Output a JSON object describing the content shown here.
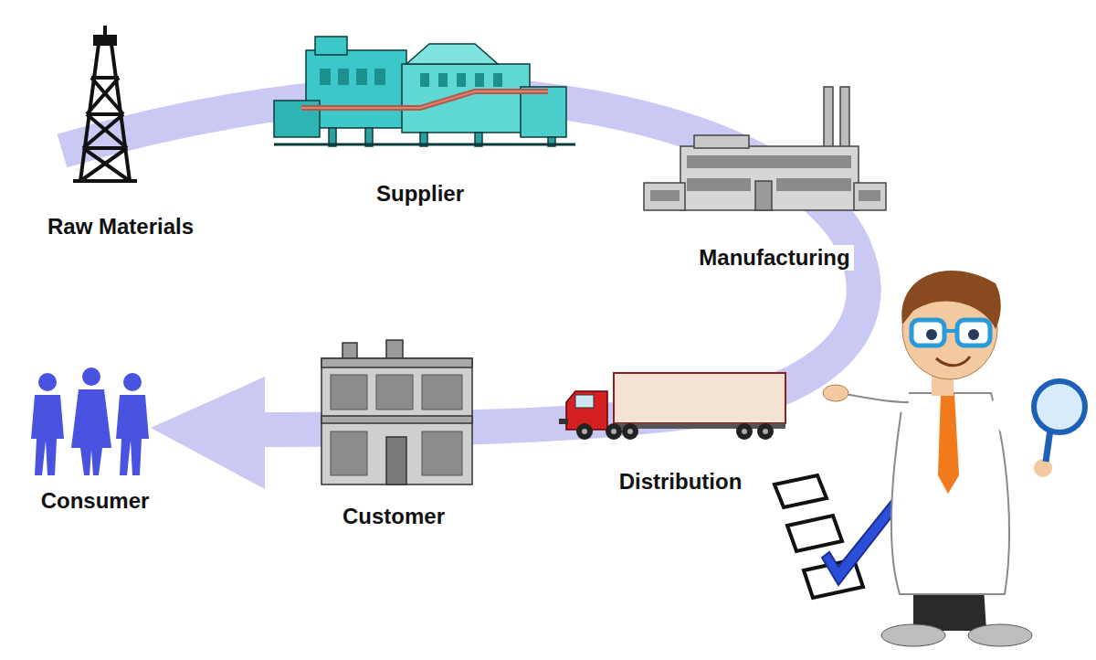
{
  "diagram": {
    "labels": [
      "Raw Materials",
      "Supplier",
      "Manufacturing",
      "Distribution",
      "Customer",
      "Consumer"
    ]
  }
}
